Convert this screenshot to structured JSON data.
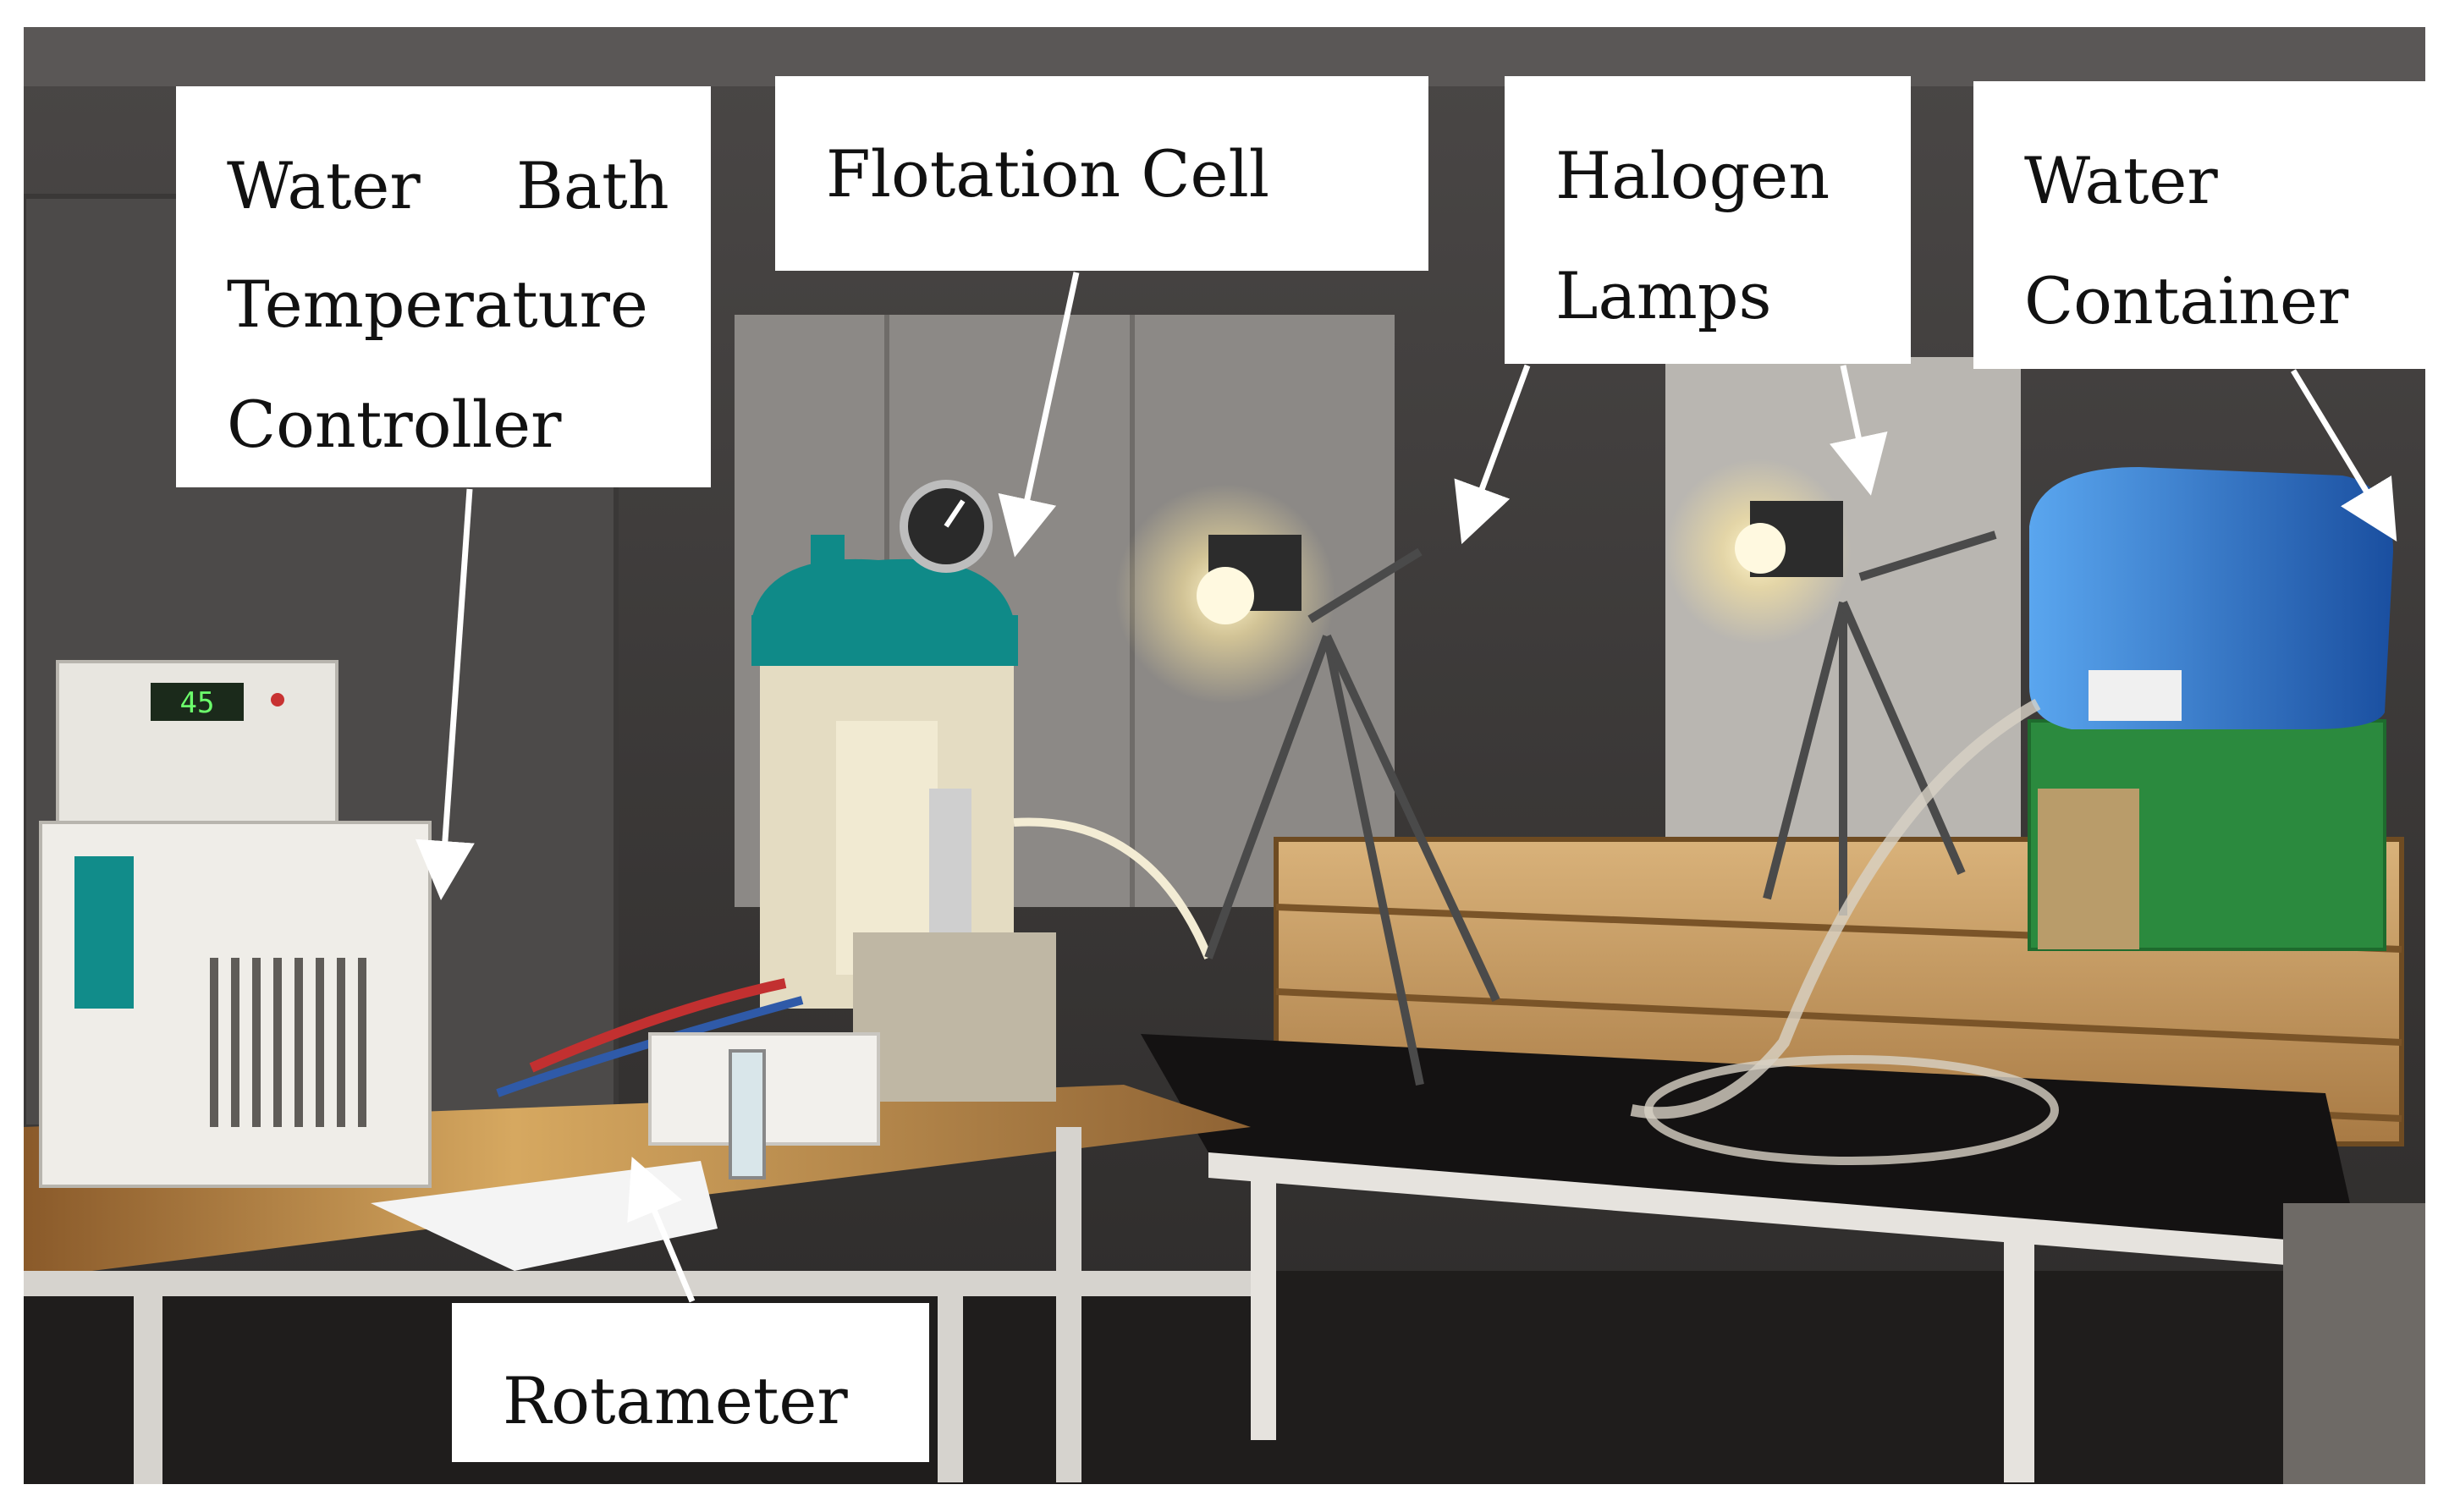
{
  "labels": {
    "water_bath_line1_a": "Water",
    "water_bath_line1_b": "Bath",
    "water_bath_line2": "Temperature",
    "water_bath_line3": "Controller",
    "flotation_cell": "Flotation Cell",
    "halogen_line1": "Halogen",
    "halogen_line2": "Lamps",
    "water_container_line1": "Water",
    "water_container_line2": "Container",
    "rotameter": "Rotameter"
  },
  "devices": {
    "temperature_display": "45"
  },
  "colors": {
    "wall": "#3e3b3a",
    "wood": "#c89a55",
    "label_bg": "#ffffff",
    "arrow": "#ffffff",
    "cell_teal": "#0f8a88",
    "container_blue": "#2a73c9",
    "box_green": "#2b8a3e"
  }
}
